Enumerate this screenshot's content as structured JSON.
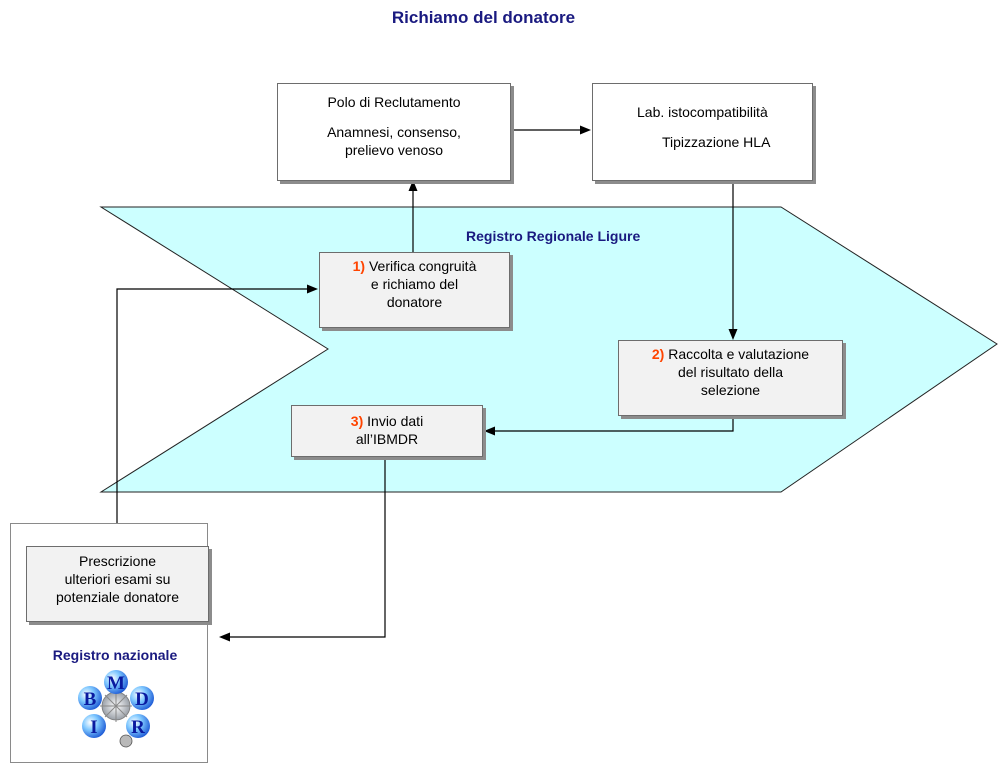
{
  "title": "Richiamo del donatore",
  "boxes": {
    "polo": {
      "line1": "Polo di Reclutamento",
      "line2": "Anamnesi,  consenso,",
      "line3": "prelievo venoso"
    },
    "lab": {
      "line1": "Lab. istocompatibilità",
      "line2": "Tipizzazione HLA"
    },
    "step1": {
      "num": "1)",
      "line1": " Verifica congruità",
      "line2": "e richiamo del",
      "line3": "donatore"
    },
    "step2": {
      "num": "2)",
      "line1": " Raccolta e valutazione",
      "line2": "del risultato  della",
      "line3": "selezione"
    },
    "step3": {
      "num": "3)",
      "line1": " Invio dati",
      "line2": "all’IBMDR"
    },
    "prescrizione": {
      "line1": "Prescrizione",
      "line2": "ulteriori esami su",
      "line3": "potenziale donatore"
    }
  },
  "regional_label": "Registro Regionale Ligure",
  "national_label": "Registro nazionale",
  "logo": {
    "letters": [
      "M",
      "B",
      "D",
      "I",
      "R"
    ],
    "icon": "ibmdr-logo-icon"
  },
  "colors": {
    "title": "#1a1a80",
    "step_number": "#ff4400",
    "region_fill": "#ccffff"
  }
}
